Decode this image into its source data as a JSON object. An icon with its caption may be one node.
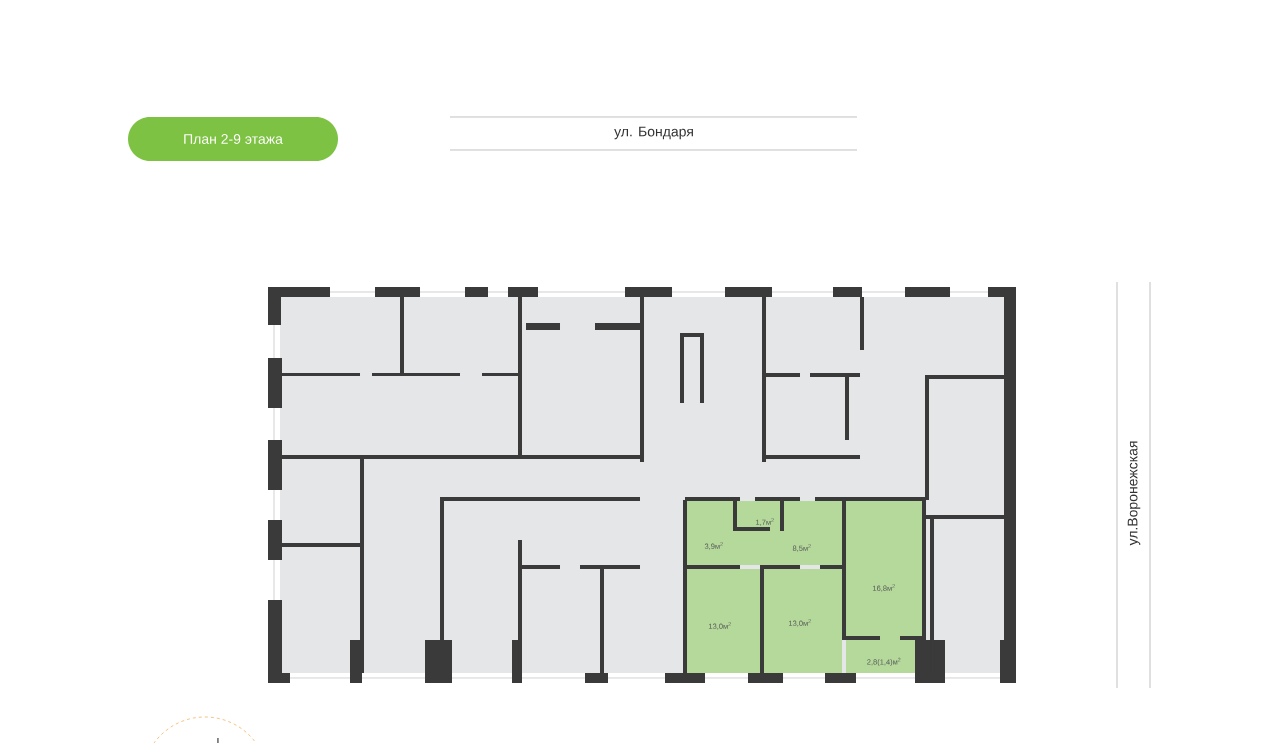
{
  "diagram": {
    "nodes": [
      {
        "text": [
          "План 2-9 этажа"
        ]
      },
      {
        "text": [
          "1,7м$^{2}$"
        ]
      },
      {
        "text": [
          "3,9м$^{2}$"
        ]
      },
      {
        "text": [
          "8,5м$^{2}$"
        ]
      },
      {
        "text": [
          "16,8м$^{2}$"
        ]
      },
      {
        "text": [
          "13,0м$^{2}$"
        ]
      },
      {
        "text": [
          "13,0м$^{2}$"
        ]
      },
      {
        "text": [
          "2,8(1,4)м$^{2}$"
        ]
      }
    ],
    "labels": [
      "ул. Бондаря",
      "ул.Воронежская"
    ]
  }
}
